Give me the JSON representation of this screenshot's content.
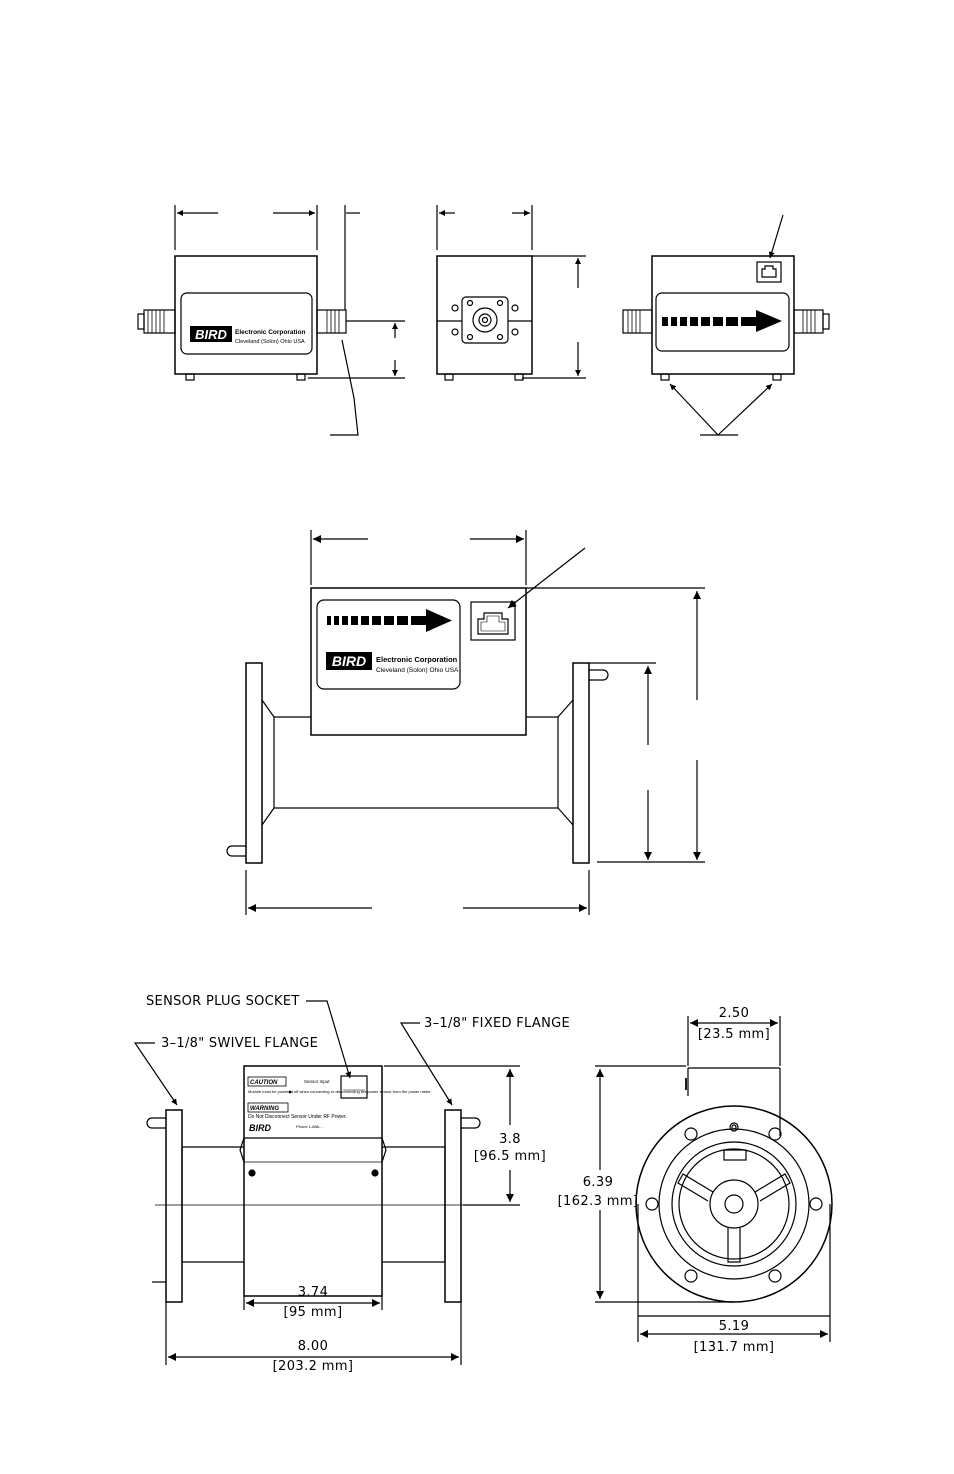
{
  "brand": {
    "logo": "BIRD",
    "company": "Electronic Corporation",
    "location": "Cleveland (Solon) Ohio USA"
  },
  "callouts": {
    "sensor_plug_socket": "SENSOR PLUG SOCKET",
    "swivel_flange": "3–1/8\" SWIVEL FLANGE",
    "fixed_flange": "3–1/8\" FIXED FLANGE"
  },
  "dimensions": {
    "height": {
      "value": "3.8",
      "metric": "[96.5 mm]"
    },
    "body_width": {
      "value": "3.74",
      "metric": "[95 mm]"
    },
    "overall_length": {
      "value": "8.00",
      "metric": "[203.2 mm]"
    },
    "top_width": {
      "value": "2.50",
      "metric": "[23.5 mm]"
    },
    "overall_height": {
      "value": "6.39",
      "metric": "[162.3 mm]"
    },
    "flange_width": {
      "value": "5.19",
      "metric": "[131.7 mm]"
    }
  },
  "sensor_label": {
    "caution": "CAUTION",
    "warning": "WARNING",
    "sensor_input": "Sensor Input",
    "caution_text": "Module must be powered off when connecting or disconnecting the power sensor from the power meter.",
    "warning_text": "Do Not Disconnect Sensor Under RF Power.",
    "phone": "Phone 1-888-..."
  }
}
